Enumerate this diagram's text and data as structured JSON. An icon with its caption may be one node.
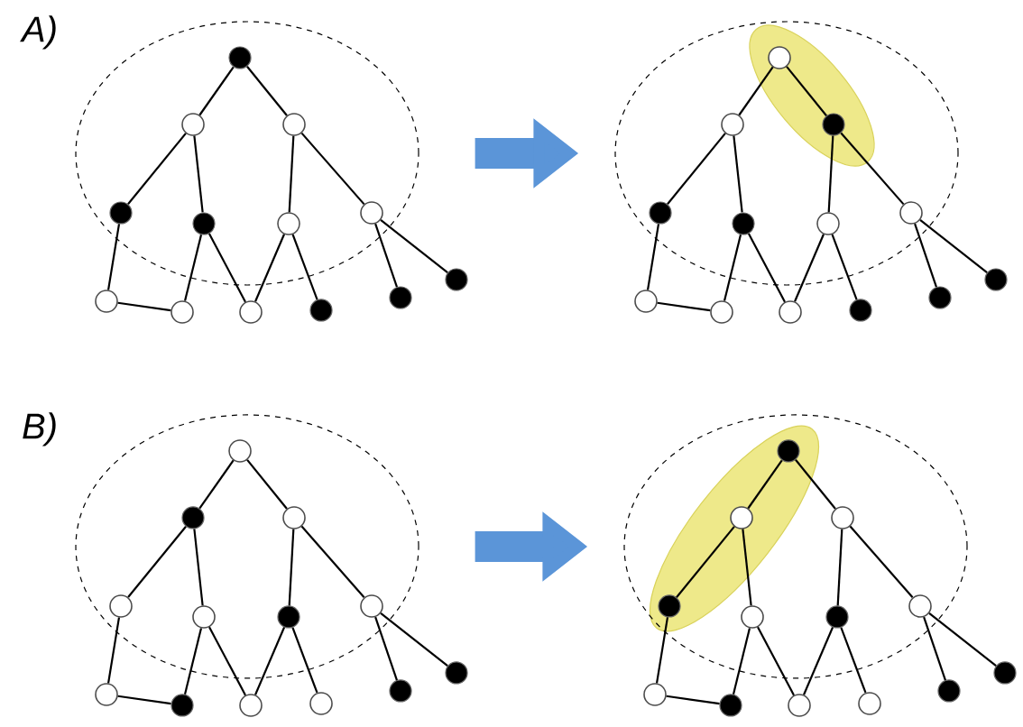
{
  "diagram": {
    "nodes": [
      {
        "text": [],
        "shape": "ellipse"
      },
      {
        "text": [],
        "shape": "dot",
        "in": 0
      },
      {
        "text": [],
        "shape": "circle",
        "in": 0
      },
      {
        "text": [],
        "shape": "circle",
        "in": 0
      },
      {
        "text": [],
        "shape": "dot",
        "in": 0
      },
      {
        "text": [],
        "shape": "dot",
        "in": 0
      },
      {
        "text": [],
        "shape": "circle",
        "in": 0
      },
      {
        "text": [],
        "shape": "circle",
        "in": 0
      },
      {
        "text": [],
        "shape": "circle"
      },
      {
        "text": [],
        "shape": "circle"
      },
      {
        "text": [],
        "shape": "circle"
      },
      {
        "text": [],
        "shape": "dot"
      },
      {
        "text": [],
        "shape": "dot"
      },
      {
        "text": [],
        "shape": "dot"
      },
      {
        "text": [],
        "shape": "ellipse"
      },
      {
        "text": [],
        "shape": "circle",
        "in": 14
      },
      {
        "text": [],
        "shape": "circle",
        "in": 14
      },
      {
        "text": [],
        "shape": "dot",
        "in": 14
      },
      {
        "text": [],
        "shape": "dot",
        "in": 14
      },
      {
        "text": [],
        "shape": "dot",
        "in": 14
      },
      {
        "text": [],
        "shape": "circle",
        "in": 14
      },
      {
        "text": [],
        "shape": "circle",
        "in": 14
      },
      {
        "text": [],
        "shape": "circle"
      },
      {
        "text": [],
        "shape": "circle"
      },
      {
        "text": [],
        "shape": "circle"
      },
      {
        "text": [],
        "shape": "dot"
      },
      {
        "text": [],
        "shape": "dot"
      },
      {
        "text": [],
        "shape": "dot"
      },
      {
        "text": [],
        "shape": "ellipse"
      },
      {
        "text": [],
        "shape": "circle",
        "in": 28
      },
      {
        "text": [],
        "shape": "dot",
        "in": 28
      },
      {
        "text": [],
        "shape": "circle",
        "in": 28
      },
      {
        "text": [],
        "shape": "circle",
        "in": 28
      },
      {
        "text": [],
        "shape": "circle",
        "in": 28
      },
      {
        "text": [],
        "shape": "dot",
        "in": 28
      },
      {
        "text": [],
        "shape": "circle",
        "in": 28
      },
      {
        "text": [],
        "shape": "circle"
      },
      {
        "text": [],
        "shape": "dot"
      },
      {
        "text": [],
        "shape": "circle"
      },
      {
        "text": [],
        "shape": "circle"
      },
      {
        "text": [],
        "shape": "dot"
      },
      {
        "text": [],
        "shape": "dot"
      },
      {
        "text": [],
        "shape": "ellipse"
      },
      {
        "text": [],
        "shape": "dot",
        "in": 42
      },
      {
        "text": [],
        "shape": "circle",
        "in": 42
      },
      {
        "text": [],
        "shape": "circle",
        "in": 42
      },
      {
        "text": [],
        "shape": "dot",
        "in": 42
      },
      {
        "text": [],
        "shape": "circle",
        "in": 42
      },
      {
        "text": [],
        "shape": "dot",
        "in": 42
      },
      {
        "text": [],
        "shape": "circle",
        "in": 42
      },
      {
        "text": [],
        "shape": "circle"
      },
      {
        "text": [],
        "shape": "dot"
      },
      {
        "text": [],
        "shape": "circle"
      },
      {
        "text": [],
        "shape": "circle"
      },
      {
        "text": [],
        "shape": "dot"
      },
      {
        "text": [],
        "shape": "dot"
      }
    ],
    "edges": [
      {
        "from": 1,
        "to": 2,
        "arrow": "none"
      },
      {
        "from": 1,
        "to": 3,
        "arrow": "none"
      },
      {
        "from": 2,
        "to": 4,
        "arrow": "none"
      },
      {
        "from": 2,
        "to": 5,
        "arrow": "none"
      },
      {
        "from": 3,
        "to": 6,
        "arrow": "none"
      },
      {
        "from": 3,
        "to": 7,
        "arrow": "none"
      },
      {
        "from": 4,
        "to": 8,
        "arrow": "none"
      },
      {
        "from": 8,
        "to": 9,
        "arrow": "none"
      },
      {
        "from": 5,
        "to": 9,
        "arrow": "none"
      },
      {
        "from": 5,
        "to": 10,
        "arrow": "none"
      },
      {
        "from": 6,
        "to": 10,
        "arrow": "none"
      },
      {
        "from": 6,
        "to": 11,
        "arrow": "none"
      },
      {
        "from": 7,
        "to": 12,
        "arrow": "none"
      },
      {
        "from": 7,
        "to": 13,
        "arrow": "none"
      },
      {
        "from": 15,
        "to": 16,
        "arrow": "none"
      },
      {
        "from": 15,
        "to": 17,
        "arrow": "none"
      },
      {
        "from": 16,
        "to": 18,
        "arrow": "none"
      },
      {
        "from": 16,
        "to": 19,
        "arrow": "none"
      },
      {
        "from": 17,
        "to": 20,
        "arrow": "none"
      },
      {
        "from": 17,
        "to": 21,
        "arrow": "none"
      },
      {
        "from": 18,
        "to": 22,
        "arrow": "none"
      },
      {
        "from": 22,
        "to": 23,
        "arrow": "none"
      },
      {
        "from": 19,
        "to": 23,
        "arrow": "none"
      },
      {
        "from": 19,
        "to": 24,
        "arrow": "none"
      },
      {
        "from": 20,
        "to": 24,
        "arrow": "none"
      },
      {
        "from": 20,
        "to": 25,
        "arrow": "none"
      },
      {
        "from": 21,
        "to": 26,
        "arrow": "none"
      },
      {
        "from": 21,
        "to": 27,
        "arrow": "none"
      },
      {
        "from": 29,
        "to": 30,
        "arrow": "none"
      },
      {
        "from": 29,
        "to": 31,
        "arrow": "none"
      },
      {
        "from": 30,
        "to": 32,
        "arrow": "none"
      },
      {
        "from": 30,
        "to": 33,
        "arrow": "none"
      },
      {
        "from": 31,
        "to": 34,
        "arrow": "none"
      },
      {
        "from": 31,
        "to": 35,
        "arrow": "none"
      },
      {
        "from": 32,
        "to": 36,
        "arrow": "none"
      },
      {
        "from": 36,
        "to": 37,
        "arrow": "none"
      },
      {
        "from": 33,
        "to": 37,
        "arrow": "none"
      },
      {
        "from": 33,
        "to": 38,
        "arrow": "none"
      },
      {
        "from": 34,
        "to": 38,
        "arrow": "none"
      },
      {
        "from": 34,
        "to": 39,
        "arrow": "none"
      },
      {
        "from": 35,
        "to": 40,
        "arrow": "none"
      },
      {
        "from": 35,
        "to": 41,
        "arrow": "none"
      },
      {
        "from": 43,
        "to": 44,
        "arrow": "none"
      },
      {
        "from": 43,
        "to": 45,
        "arrow": "none"
      },
      {
        "from": 44,
        "to": 46,
        "arrow": "none"
      },
      {
        "from": 44,
        "to": 47,
        "arrow": "none"
      },
      {
        "from": 45,
        "to": 48,
        "arrow": "none"
      },
      {
        "from": 45,
        "to": 49,
        "arrow": "none"
      },
      {
        "from": 46,
        "to": 50,
        "arrow": "none"
      },
      {
        "from": 50,
        "to": 51,
        "arrow": "none"
      },
      {
        "from": 47,
        "to": 51,
        "arrow": "none"
      },
      {
        "from": 47,
        "to": 52,
        "arrow": "none"
      },
      {
        "from": 48,
        "to": 52,
        "arrow": "none"
      },
      {
        "from": 48,
        "to": 53,
        "arrow": "none"
      },
      {
        "from": 49,
        "to": 54,
        "arrow": "none"
      },
      {
        "from": 49,
        "to": 55,
        "arrow": "none"
      },
      {
        "from": 0,
        "to": 14,
        "arrow": "to",
        "style": "thick",
        "color": "#5b95d8"
      },
      {
        "from": 28,
        "to": 42,
        "arrow": "to",
        "style": "thick",
        "color": "#5b95d8"
      }
    ],
    "labels": [
      "A)",
      "B)"
    ]
  }
}
